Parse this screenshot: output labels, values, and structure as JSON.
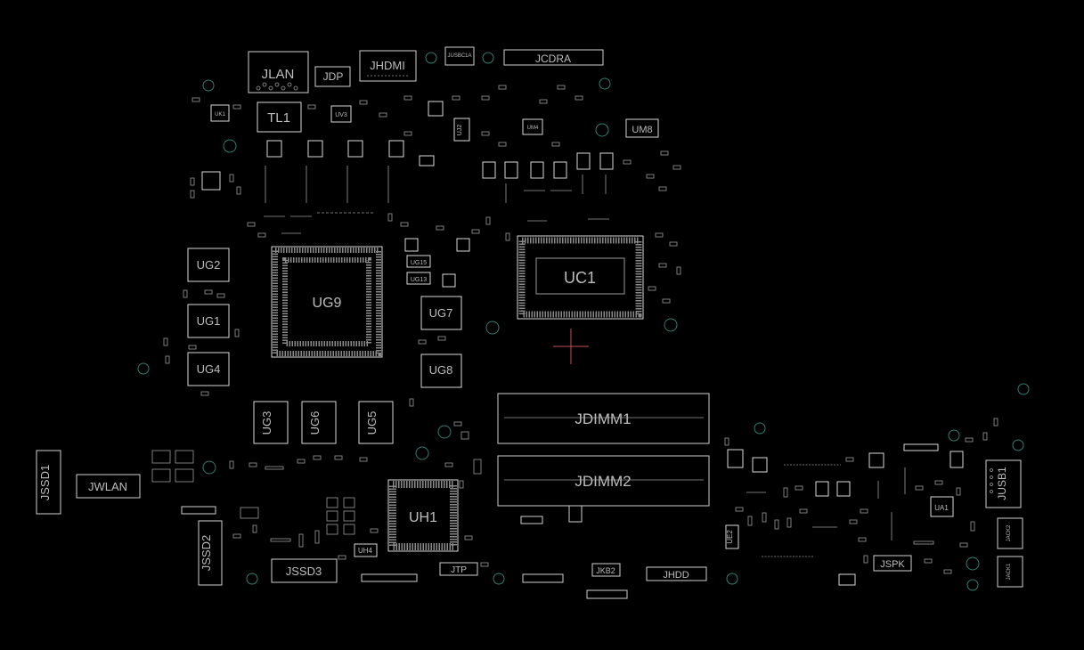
{
  "board": {
    "background": "#000000",
    "line_color": "#d0d0d0",
    "hole_color": "#2f7f70",
    "crosshair_color": "#c0504d"
  },
  "labels": {
    "jlan": "JLAN",
    "jdp": "JDP",
    "jhdmi": "JHDMI",
    "jusbc1a": "JUSBC1A",
    "jcdra": "JCDRA",
    "tl1": "TL1",
    "uv3": "UV3",
    "uk1": "UK1",
    "uj2": "UJ2",
    "um4": "UM4",
    "um8": "UM8",
    "ug2": "UG2",
    "ug1": "UG1",
    "ug4": "UG4",
    "ug9": "UG9",
    "ug15": "UG15",
    "ug13": "UG13",
    "ug7": "UG7",
    "ug8": "UG8",
    "uc1": "UC1",
    "ug3": "UG3",
    "ug6": "UG6",
    "ug5": "UG5",
    "jdimm1": "JDIMM1",
    "jdimm2": "JDIMM2",
    "jssd1": "JSSD1",
    "jwlan": "JWLAN",
    "jssd2": "JSSD2",
    "jssd3": "JSSD3",
    "uh1": "UH1",
    "uh4": "UH4",
    "jtp": "JTP",
    "jkb2": "JKB2",
    "jhdd": "JHDD",
    "ua1": "UA1",
    "ue2": "UE2",
    "jspk": "JSPK",
    "jusb1": "JUSB1",
    "jack2": "JACK2",
    "jack1": "JACK1"
  }
}
